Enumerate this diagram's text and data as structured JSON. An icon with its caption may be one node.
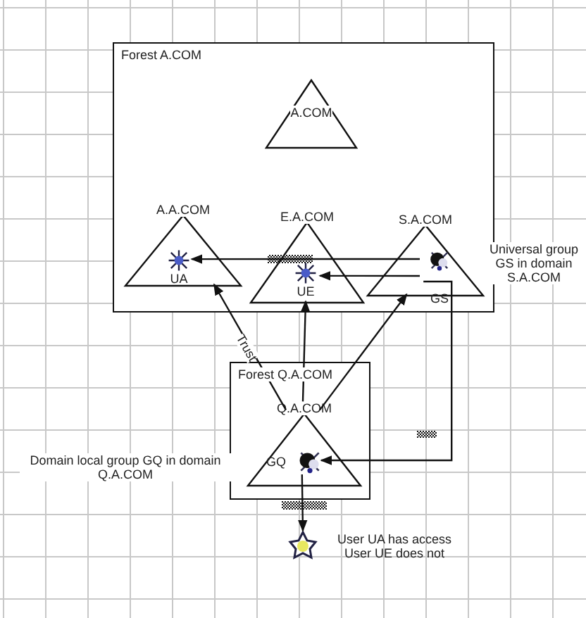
{
  "diagram": {
    "nodes": [
      {
        "text": [
          "Forest A.COM"
        ]
      },
      {
        "text": [
          "A.COM"
        ],
        "in": 0
      },
      {
        "text": [
          "A.A.COM"
        ],
        "in": 0
      },
      {
        "text": [
          "E.A.COM"
        ],
        "in": 0
      },
      {
        "text": [
          "S.A.COM"
        ],
        "in": 0
      },
      {
        "text": [
          "UA"
        ],
        "in": 2
      },
      {
        "text": [
          "UE"
        ],
        "in": 3
      },
      {
        "text": [
          "GS"
        ],
        "in": 4
      },
      {
        "text": [
          "Forest Q.A.COM"
        ]
      },
      {
        "text": [
          "Q.A.COM"
        ],
        "in": 8
      },
      {
        "text": [
          "GQ"
        ],
        "in": 9
      },
      {
        "text": [],
        "shape": "person",
        "beside": [
          "User UA has access User UE does not"
        ]
      }
    ],
    "edges": [
      {
        "from": 9,
        "to": 2,
        "arrow": "to",
        "label": "Trust"
      },
      {
        "from": 9,
        "to": 3,
        "arrow": "to"
      },
      {
        "from": 9,
        "to": 4,
        "arrow": "to"
      },
      {
        "from": 7,
        "to": 5,
        "arrow": "to"
      },
      {
        "from": 7,
        "to": 6,
        "arrow": "to"
      },
      {
        "from": 7,
        "to": 10,
        "arrow": "to"
      },
      {
        "from": 10,
        "to": 11,
        "arrow": "to"
      }
    ],
    "labels": [
      "Universal group GS in domain S.A.COM",
      "Domain local group GQ in domain Q.A.COM"
    ]
  }
}
